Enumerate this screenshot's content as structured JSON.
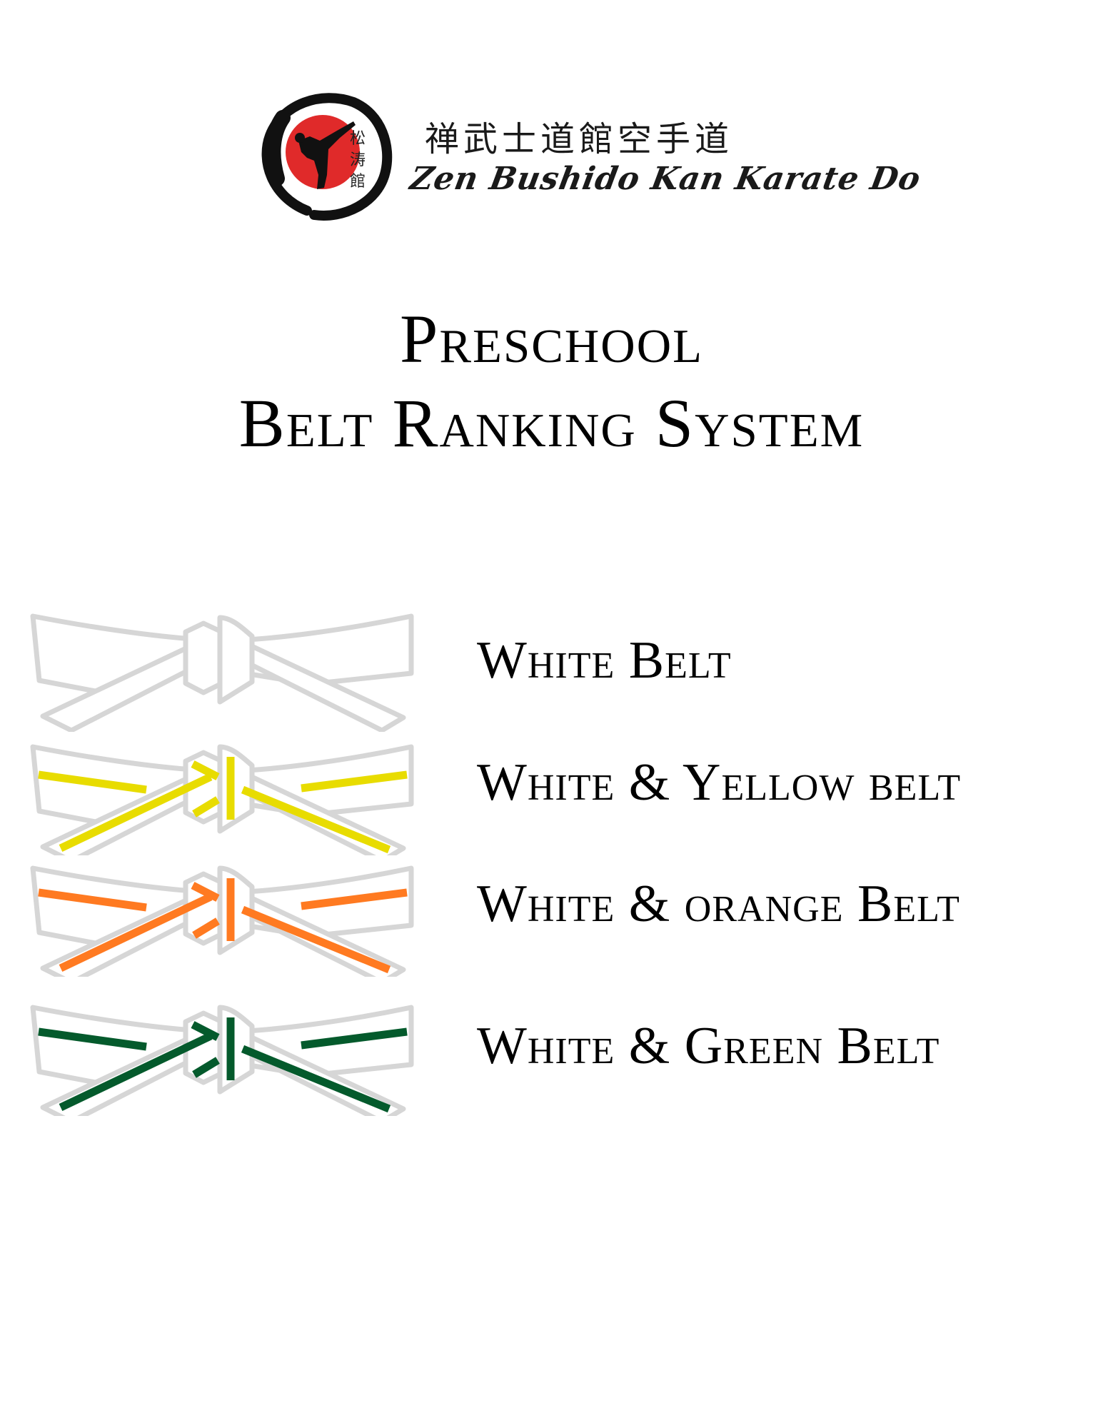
{
  "logo": {
    "kanji": "禅武士道館空手道",
    "roman": "Zen Bushido Kan Karate Do",
    "emblem_kanji": [
      "松",
      "涛",
      "館"
    ],
    "emblem_colors": {
      "ring": "#111111",
      "sun": "#e02a2a",
      "figure": "#111111"
    }
  },
  "title": {
    "line1": "Preschool",
    "line2": "Belt Ranking System"
  },
  "belts": [
    {
      "label": "White Belt",
      "stripe_color": null,
      "outline_color": "#d6d6d6"
    },
    {
      "label": "White & Yellow belt",
      "stripe_color": "#e8dc00",
      "outline_color": "#d6d6d6"
    },
    {
      "label": "White & orange Belt",
      "stripe_color": "#ff7a21",
      "outline_color": "#d6d6d6"
    },
    {
      "label": "White & Green Belt",
      "stripe_color": "#045a2c",
      "outline_color": "#d6d6d6"
    }
  ]
}
